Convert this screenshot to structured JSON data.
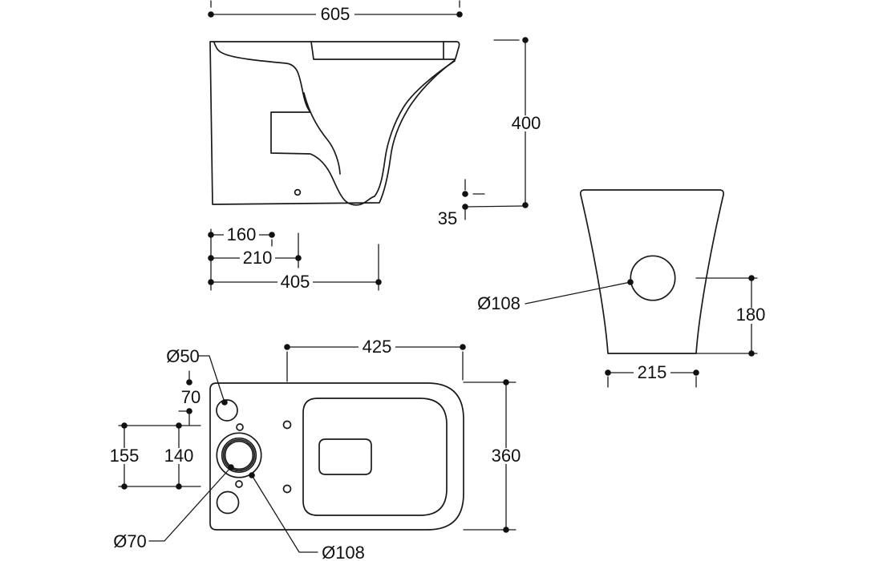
{
  "drawing": {
    "background": "#ffffff",
    "line_color": "#1a1a1a",
    "views": [
      "side view",
      "rear view",
      "plan view"
    ]
  },
  "dimensions": {
    "side": {
      "overall_depth": "605",
      "overall_height": "400",
      "outlet_offset": "35",
      "setout_1": "160",
      "setout_2": "210",
      "setout_3": "405"
    },
    "rear": {
      "outlet_hole": "Ø108",
      "hole_height": "180",
      "base_width": "215"
    },
    "plan": {
      "bowl_length": "425",
      "overall_width": "360",
      "small_hole": "Ø50",
      "edge_offset": "70",
      "fixing_span_outer": "155",
      "fixing_span_inner": "140",
      "mid_hole": "Ø70",
      "flush_hole": "Ø108"
    }
  }
}
